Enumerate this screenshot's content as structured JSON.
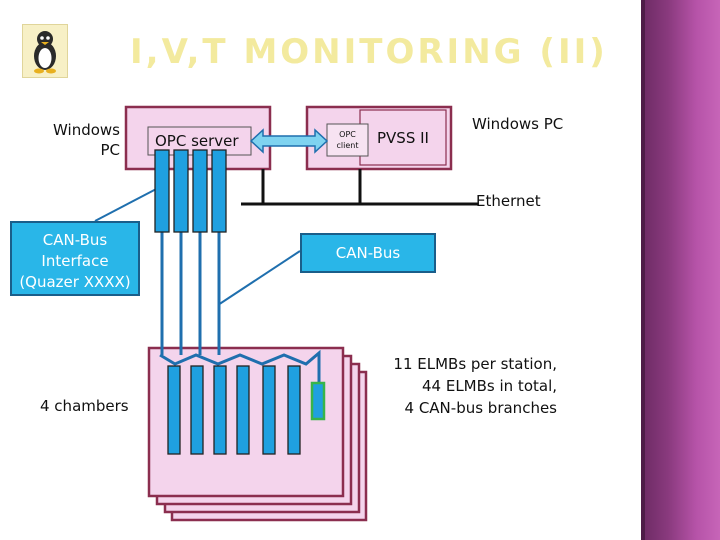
{
  "slide": {
    "title": "I,V,T MONITORING (II)",
    "logo_icon": "penguin-icon"
  },
  "diagram": {
    "windows_pc_left": {
      "line1": "Windows",
      "line2": "PC"
    },
    "windows_pc_right": "Windows PC",
    "opc_server": "OPC server",
    "opc_client": {
      "line1": "OPC",
      "line2": "client"
    },
    "pvss": "PVSS II",
    "ethernet": "Ethernet",
    "can_bus_interface": {
      "line1": "CAN-Bus",
      "line2": "Interface",
      "line3": "(Quazer XXXX)"
    },
    "can_bus": "CAN-Bus",
    "elmb_info": {
      "line1": "11 ELMBs per station,",
      "line2": "44 ELMBs in total,",
      "line3": "4 CAN-bus branches"
    },
    "chambers": "4 chambers"
  },
  "colors": {
    "box_border": "#8b2e4f",
    "box_fill": "#f4d4ec",
    "connector_blue": "#1fa0e0",
    "line_blue": "#1f6fae",
    "arrow_fill": "#7fd3f0",
    "elmb_green": "#38b44a",
    "title_color": "#f3ea9e",
    "sidebar": "#8a3a7e"
  }
}
